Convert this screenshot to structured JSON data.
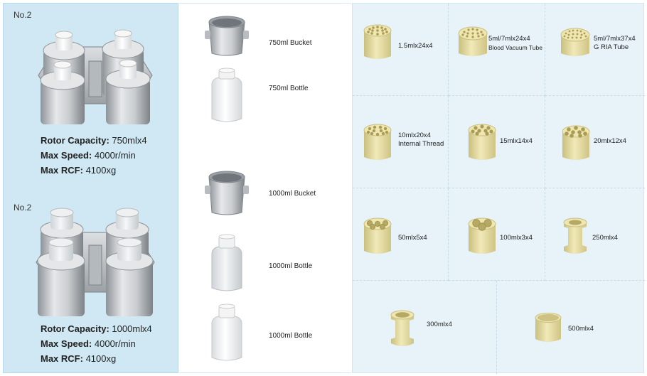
{
  "rotors": [
    {
      "model": "No.2",
      "capacity_label": "Rotor Capacity:",
      "capacity": "750mlx4",
      "speed_label": "Max Speed:",
      "speed": "4000r/min",
      "rcf_label": "Max RCF:",
      "rcf": "4100xg"
    },
    {
      "model": "No.2",
      "capacity_label": "Rotor Capacity:",
      "capacity": "1000mlx4",
      "speed_label": "Max Speed:",
      "speed": "4000r/min",
      "rcf_label": "Max RCF:",
      "rcf": "4100xg"
    }
  ],
  "accessories": [
    {
      "label": "750ml Bucket"
    },
    {
      "label": "750ml Bottle"
    },
    {
      "label": "1000ml Bucket"
    },
    {
      "label": "1000ml Bottle"
    },
    {
      "label": "1000ml Bottle"
    }
  ],
  "adapters": [
    {
      "line1": "1.5mlx24x4",
      "line2": ""
    },
    {
      "line1": "5ml/7mlx24x4",
      "line2": "Blood Vacuum Tube"
    },
    {
      "line1": "5ml/7mlx37x4",
      "line2": "G RIA Tube"
    },
    {
      "line1": "10mlx20x4",
      "line2": "Internal Thread"
    },
    {
      "line1": "15mlx14x4",
      "line2": ""
    },
    {
      "line1": "20mlx12x4",
      "line2": ""
    },
    {
      "line1": "50mlx5x4",
      "line2": ""
    },
    {
      "line1": "100mlx3x4",
      "line2": ""
    },
    {
      "line1": "250mlx4",
      "line2": ""
    },
    {
      "line1": "300mlx4",
      "line2": ""
    },
    {
      "line1": "500mlx4",
      "line2": ""
    }
  ],
  "colors": {
    "left_bg": "#cfe8f3",
    "grid_bg": "#e8f3f9",
    "adapter": "#e6dc9f",
    "metal": "#c2c6c9"
  }
}
